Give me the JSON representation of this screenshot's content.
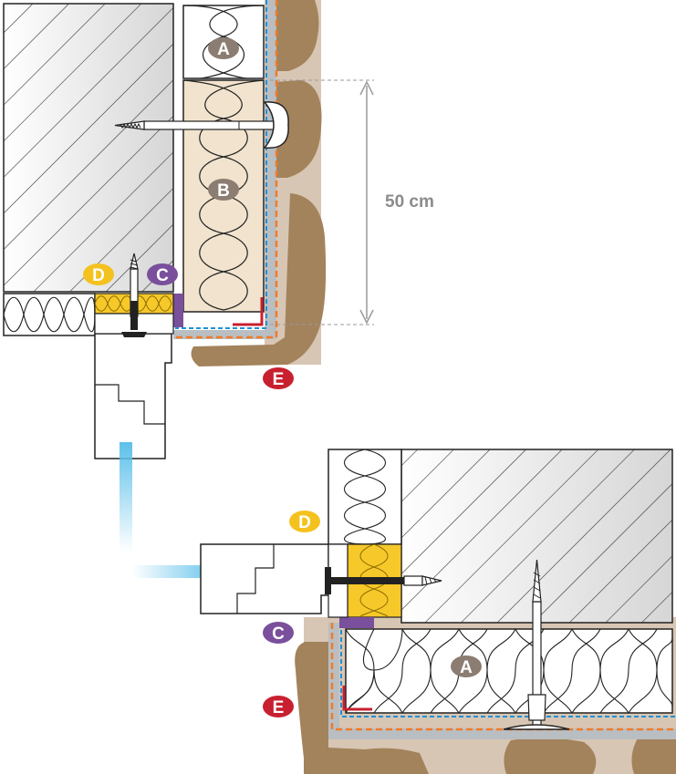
{
  "labels": {
    "A": "A",
    "B": "B",
    "C": "C",
    "D": "D",
    "E": "E"
  },
  "dimension": "50 cm",
  "colors": {
    "label_A": "#8b7d72",
    "label_B": "#8b7d72",
    "label_C": "#7a4f9c",
    "label_D": "#f4c21f",
    "label_E": "#c8202f",
    "earth": "#a3835c",
    "earth_light": "#d8c6b4",
    "concrete_light": "#ebebeb",
    "membrane_grey": "#b9bec2",
    "membrane_blue": "#1e90d8",
    "membrane_orange": "#ef7b2c",
    "insulation_b": "#f1e3cd",
    "insulation_d": "#f6c82a",
    "flow_blue": "#5dc0ea"
  },
  "icons": {
    "fixing": "insulation-anchor-screw-icon",
    "flow": "arrow-path-icon"
  }
}
